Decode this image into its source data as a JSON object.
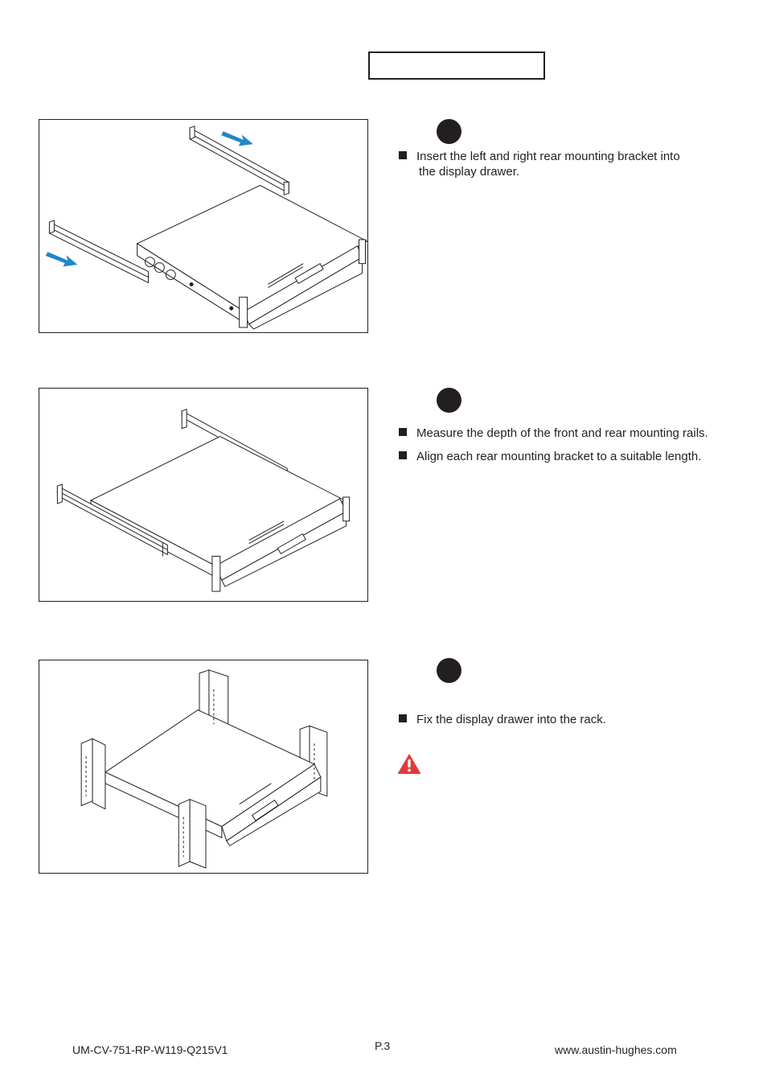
{
  "steps": [
    {
      "bullets": [
        {
          "text": "Insert the left and right rear mounting bracket into",
          "cont": "the display drawer."
        }
      ]
    },
    {
      "bullets": [
        {
          "text": "Measure the depth of the front and rear mounting rails."
        },
        {
          "text": "Align each rear mounting bracket to a suitable length."
        }
      ]
    },
    {
      "bullets": [
        {
          "text": "Fix the display drawer into the rack."
        }
      ]
    }
  ],
  "colors": {
    "ink": "#231f20",
    "arrow": "#1f86c8",
    "warning": "#e23a3a"
  },
  "icons": {
    "warning": "warning-triangle-icon",
    "arrow": "arrow-icon"
  },
  "footer": {
    "doc_code": "UM-CV-751-RP-W119-Q215V1",
    "page": "P.3",
    "website": "www.austin-hughes.com"
  }
}
